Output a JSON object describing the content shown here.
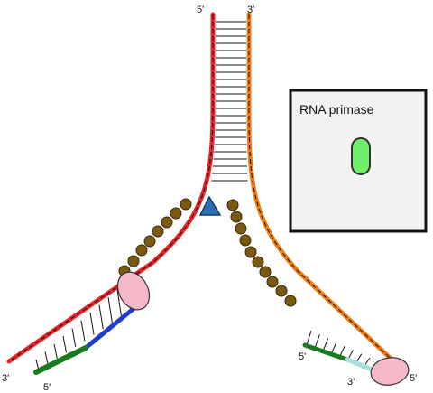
{
  "labels": {
    "top_left": "5'",
    "top_right": "3'",
    "bottom_left_outer": "3'",
    "bottom_left_inner": "5'",
    "bottom_right_outer": "5'",
    "bottom_right_inner": "3'",
    "right_primer_5": "5'"
  },
  "legend": {
    "title": "RNA primase",
    "swatch_color": "#6ef06a"
  },
  "colors": {
    "leading_parent_strand": "#e8252b",
    "lagging_parent_strand": "#f07d12",
    "rna_primer": "#1a7a22",
    "okazaki_fragment": "#1f3ccc",
    "new_strand_right_tail": "#a8e0dc",
    "ssb_protein": "#7a5a12",
    "polymerase": "#f4b8c8",
    "helicase": "#2a6fb0"
  }
}
